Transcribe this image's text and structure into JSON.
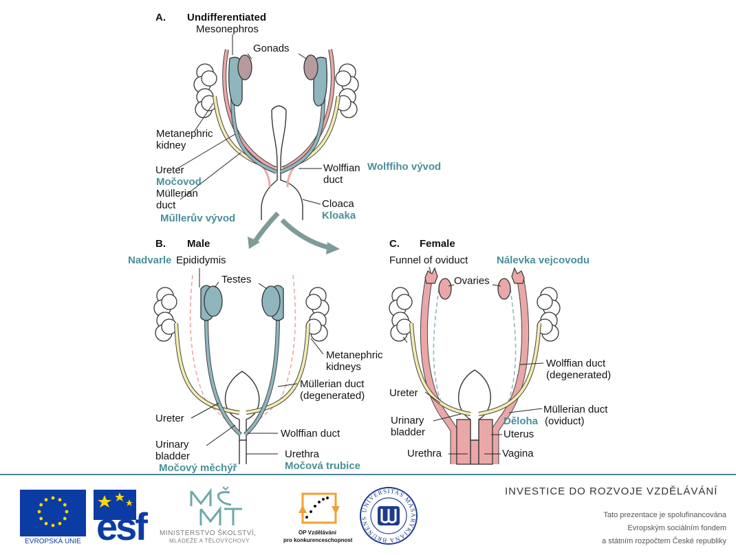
{
  "panel_a": {
    "letter": "A.",
    "title": "Undifferentiated",
    "mesonephros": "Mesonephros",
    "gonads": "Gonads",
    "metanephric_line1": "Metanephric",
    "metanephric_line2": "kidney",
    "ureter": "Ureter",
    "ureter_cz": "Močovod",
    "mullerian_line1": "Müllerian",
    "mullerian_line2": "duct",
    "mullerian_cz": "Műllerův vývod",
    "wolffian_line1": "Wolffian",
    "wolffian_line2": "duct",
    "wolffian_cz": "Wolffiho vývod",
    "cloaca": "Cloaca",
    "cloaca_cz": "Kloaka"
  },
  "panel_b": {
    "letter": "B.",
    "title": "Male",
    "epididymis": "Epididymis",
    "epididymis_cz": "Nadvarle",
    "testes": "Testes",
    "metanephric_line1": "Metanephric",
    "metanephric_line2": "kidneys",
    "mullerian_line1": "Müllerian duct",
    "mullerian_line2": "(degenerated)",
    "ureter": "Ureter",
    "bladder_line1": "Urinary",
    "bladder_line2": "bladder",
    "bladder_cz": "Močový měchýř",
    "wolffian": "Wolffian duct",
    "urethra": "Urethra",
    "urethra_cz": "Močová trubice"
  },
  "panel_c": {
    "letter": "C.",
    "title": "Female",
    "funnel": "Funnel of oviduct",
    "funnel_cz": "Nálevka vejcovodu",
    "ovaries": "Ovaries",
    "wolffian_line1": "Wolffian duct",
    "wolffian_line2": "(degenerated)",
    "ureter": "Ureter",
    "bladder_line1": "Urinary",
    "bladder_line2": "bladder",
    "mullerian_line1": "Müllerian duct",
    "mullerian_line2": "(oviduct)",
    "uterus": "Uterus",
    "uterus_cz": "Děloha",
    "urethra": "Urethra",
    "vagina": "Vagina"
  },
  "footer": {
    "eu_label": "EVROPSKÁ UNIE",
    "esf_label": "esf",
    "msmt_line1": "MINISTERSTVO ŠKOLSTVÍ,",
    "msmt_line2": "MLÁDEŽE A TĚLOVÝCHOVY",
    "op_line1": "OP Vzdělávání",
    "op_line2": "pro konkurenceschopnost",
    "muni_seal_text": "UNIVERSITAS MASARYKIANA BRUNENSIS",
    "invest_title": "INVESTICE DO ROZVOJE VZDĚLÁVÁNÍ",
    "cofund_line1": "Tato prezentace je spolufinancována",
    "cofund_line2": "Evropským sociálním fondem",
    "cofund_line3": "a státním rozpočtem České republiky"
  },
  "colors": {
    "wolffian_blue": "#8fb6bf",
    "mullerian_pink": "#e8a8a8",
    "ureter_yellow": "#f3ecb0",
    "gonad_mauve": "#b59a9e",
    "ovary_pink": "#eaa7a7",
    "czech_label_teal": "#4a8f98",
    "arrow_gray": "#7f9b98",
    "eu_blue": "#0b3ca4",
    "star_yellow": "#ffd800"
  }
}
